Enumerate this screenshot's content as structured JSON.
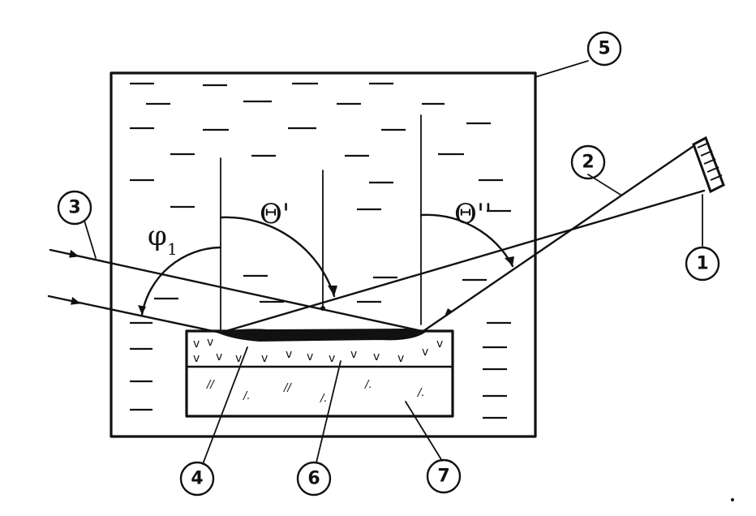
{
  "labels": {
    "n1": "1",
    "n2": "2",
    "n3": "3",
    "n4": "4",
    "n5": "5",
    "n6": "6",
    "n7": "7"
  },
  "angles": {
    "phi": "φ",
    "phi_sub": "1",
    "theta1": "Θ'",
    "theta2": "Θ''"
  }
}
